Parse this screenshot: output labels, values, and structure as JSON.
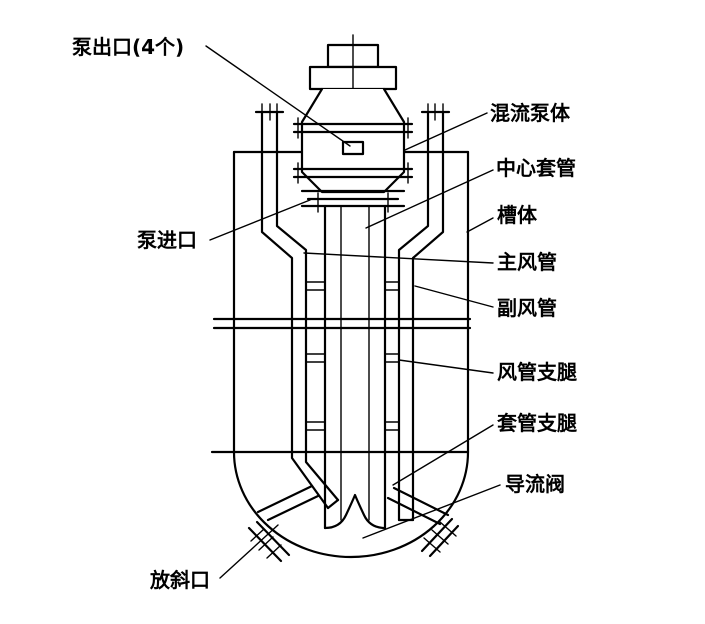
{
  "labels": {
    "pump_outlet": "泵出口(4个)",
    "mixed_flow_pump_body": "混流泵体",
    "center_sleeve": "中心套管",
    "tank_body": "槽体",
    "pump_inlet": "泵进口",
    "main_air_pipe": "主风管",
    "aux_air_pipe": "副风管",
    "air_pipe_legs": "风管支腿",
    "sleeve_legs": "套管支腿",
    "guide_valve": "导流阀",
    "drain_outlet": "放斜口"
  },
  "colors": {
    "line": "#000000",
    "background": "#ffffff"
  }
}
